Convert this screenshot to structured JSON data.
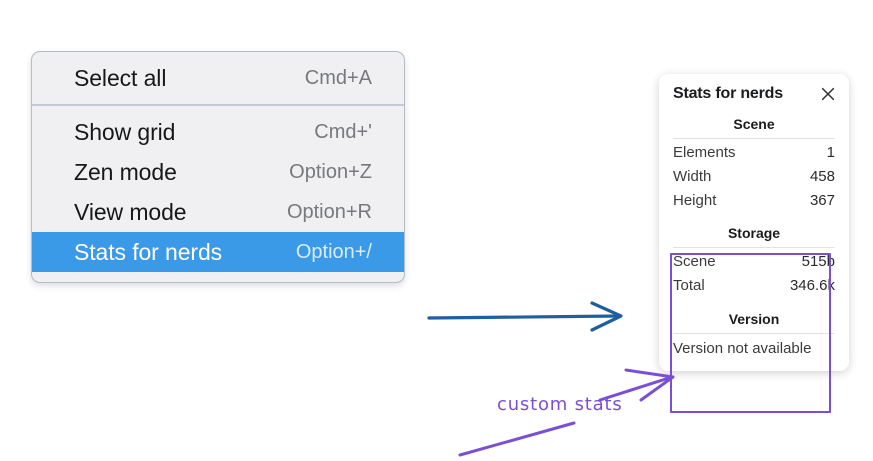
{
  "context_menu": {
    "name": "canvas-context-menu",
    "groups": [
      {
        "items": [
          {
            "label": "Select all",
            "shortcut": "Cmd+A",
            "selected": false
          }
        ]
      },
      {
        "items": [
          {
            "label": "Show grid",
            "shortcut": "Cmd+'",
            "selected": false
          },
          {
            "label": "Zen mode",
            "shortcut": "Option+Z",
            "selected": false
          },
          {
            "label": "View mode",
            "shortcut": "Option+R",
            "selected": false
          },
          {
            "label": "Stats for nerds",
            "shortcut": "Option+/",
            "selected": true
          }
        ]
      }
    ]
  },
  "stats_panel": {
    "title": "Stats for nerds",
    "close_icon": "close-icon",
    "scene": {
      "heading": "Scene",
      "rows": [
        {
          "label": "Elements",
          "value": "1"
        },
        {
          "label": "Width",
          "value": "458"
        },
        {
          "label": "Height",
          "value": "367"
        }
      ]
    },
    "storage": {
      "heading": "Storage",
      "rows": [
        {
          "label": "Scene",
          "value": "515b"
        },
        {
          "label": "Total",
          "value": "346.6k"
        }
      ]
    },
    "version": {
      "heading": "Version",
      "text": "Version not available"
    }
  },
  "annotations": {
    "custom_stats_label": "custom stats",
    "blue_arrow": "arrow-right-icon",
    "purple_arrow": "arrow-up-right-icon",
    "purple_underline": "underline-stroke"
  },
  "colors": {
    "menu_background": "#f0f0f2",
    "menu_border": "#b3bcc7",
    "menu_separator": "#c3cad3",
    "selection_blue": "#3b9ae8",
    "selection_text": "#ffffff",
    "shortcut_gray": "#77797d",
    "panel_background": "#ffffff",
    "highlight_purple": "#7a4fd6",
    "arrow_blue": "#1f5f9e",
    "section_rule": "#e2e2e4"
  }
}
